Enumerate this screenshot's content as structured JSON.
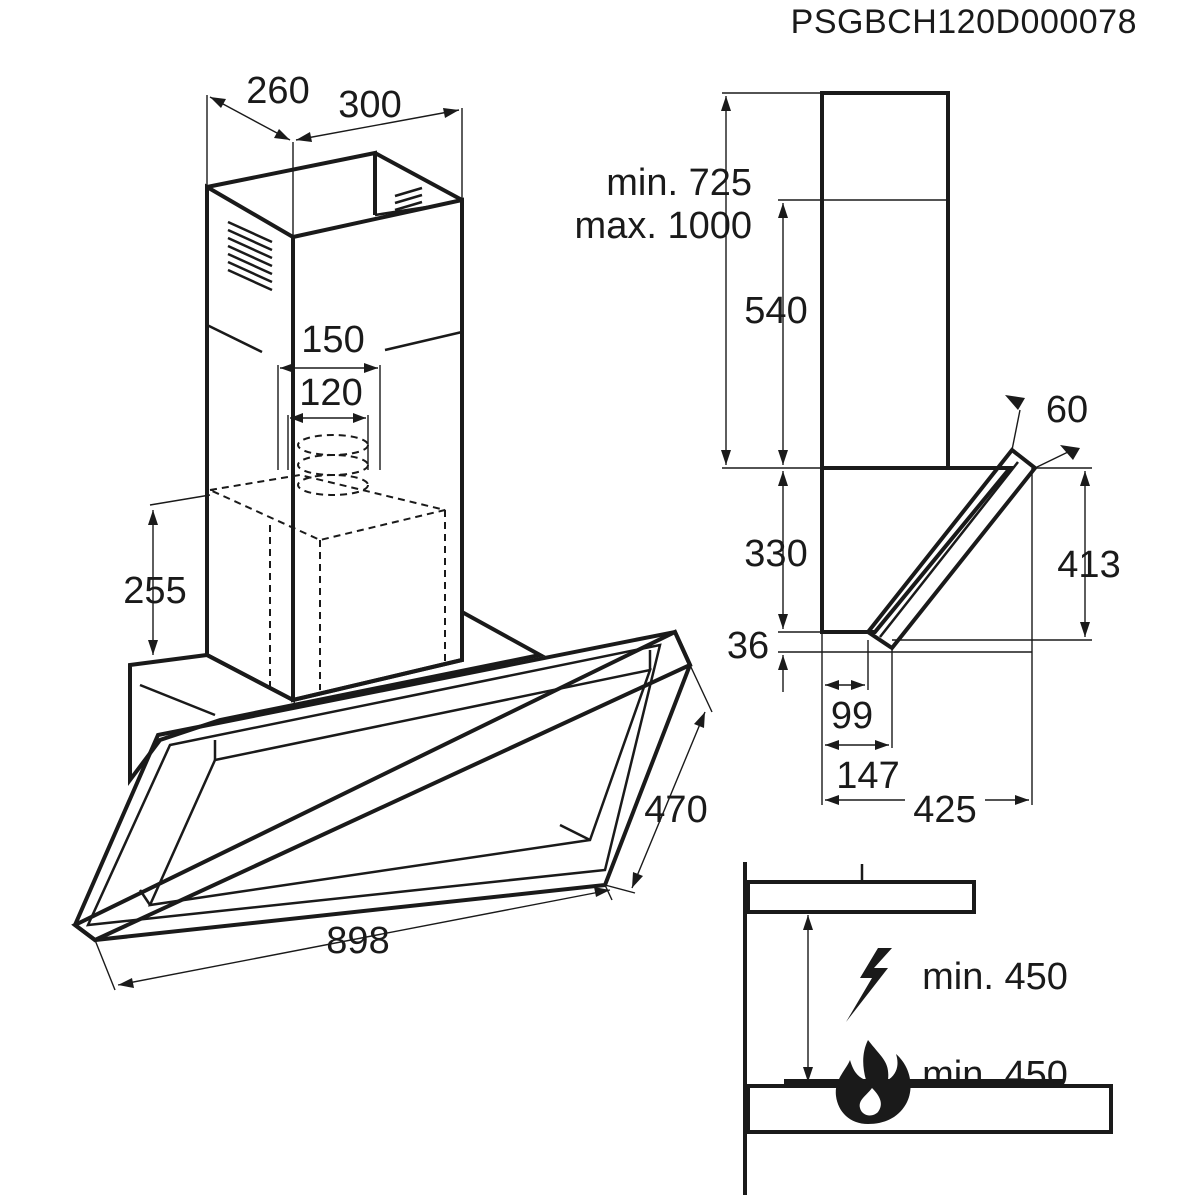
{
  "header": {
    "product_code": "PSGBCH120D000078"
  },
  "front_view": {
    "dim_chimney_depth": "260",
    "dim_chimney_width": "300",
    "dim_duct_outer": "150",
    "dim_duct_inner": "120",
    "dim_motor_height": "255",
    "dim_hood_depth": "470",
    "dim_hood_width": "898"
  },
  "side_view": {
    "dim_chimney_range_min": "min. 725",
    "dim_chimney_range_max": "max. 1000",
    "dim_upper_chimney": "540",
    "dim_lower_body": "330",
    "dim_bottom_offset": "36",
    "dim_panel_thickness": "60",
    "dim_panel_height": "413",
    "dim_bottom_99": "99",
    "dim_bottom_147": "147",
    "dim_total_depth": "425"
  },
  "clearance": {
    "electric_icon": "lightning-icon",
    "electric_label": "min. 450",
    "gas_icon": "flame-icon",
    "gas_label": "min. 450"
  }
}
